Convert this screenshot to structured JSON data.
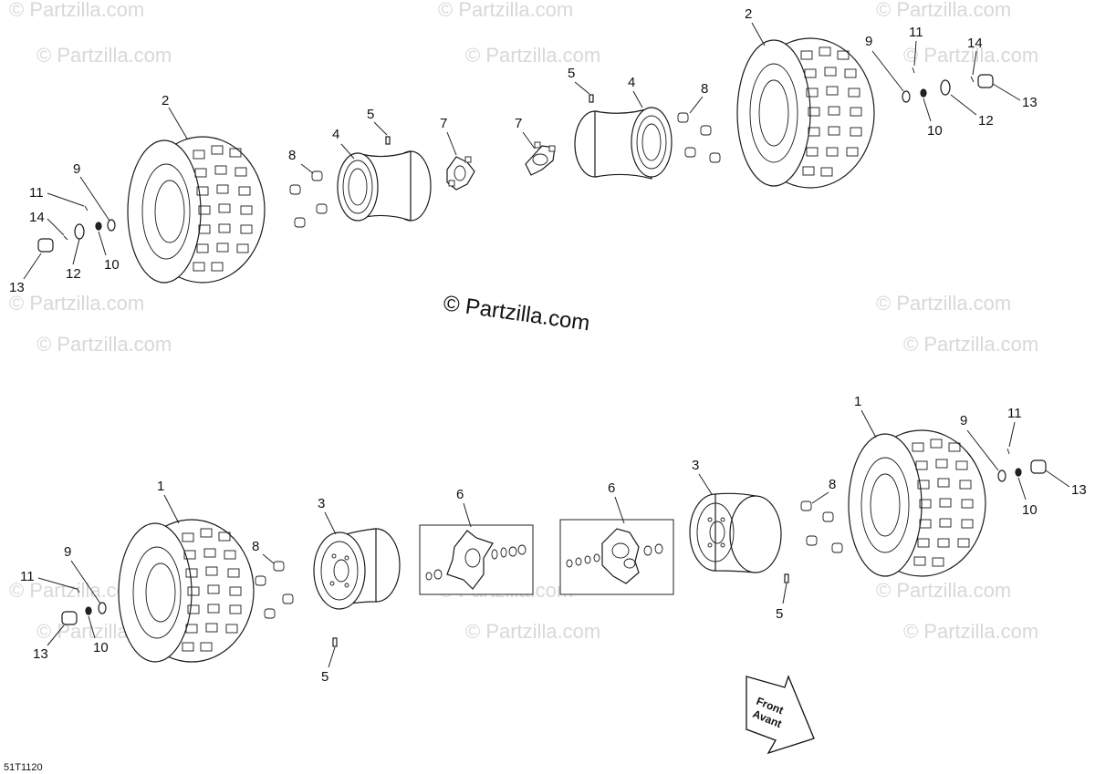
{
  "watermark": "© Partzilla.com",
  "watermark_main": "© Partzilla.com",
  "diagram_code": "51T1120",
  "front_arrow": {
    "line1": "Front",
    "line2": "Avant"
  },
  "callouts": {
    "c1a": "1",
    "c1b": "1",
    "c2a": "2",
    "c2b": "2",
    "c3a": "3",
    "c3b": "3",
    "c4a": "4",
    "c4b": "4",
    "c5a": "5",
    "c5b": "5",
    "c5c": "5",
    "c5d": "5",
    "c6a": "6",
    "c6b": "6",
    "c7a": "7",
    "c7b": "7",
    "c8a": "8",
    "c8b": "8",
    "c8c": "8",
    "c8d": "8",
    "c9a": "9",
    "c9b": "9",
    "c9c": "9",
    "c9d": "9",
    "c10a": "10",
    "c10b": "10",
    "c10c": "10",
    "c10d": "10",
    "c11a": "11",
    "c11b": "11",
    "c11c": "11",
    "c11d": "11",
    "c12a": "12",
    "c12b": "12",
    "c13a": "13",
    "c13b": "13",
    "c13c": "13",
    "c13d": "13",
    "c14a": "14",
    "c14b": "14"
  }
}
